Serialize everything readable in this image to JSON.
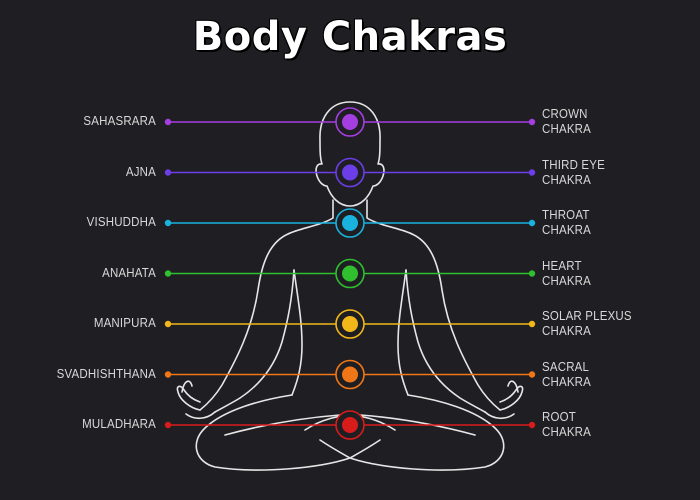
{
  "title": "Body Chakras",
  "chakras": [
    {
      "sanskrit": "SAHASRARA",
      "name_line1": "CROWN",
      "name_line2": "CHAKRA",
      "color": "#a53ee0"
    },
    {
      "sanskrit": "AJNA",
      "name_line1": "THIRD EYE",
      "name_line2": "CHAKRA",
      "color": "#6b3ee8"
    },
    {
      "sanskrit": "VISHUDDHA",
      "name_line1": "THROAT",
      "name_line2": "CHAKRA",
      "color": "#19b3dd"
    },
    {
      "sanskrit": "ANAHATA",
      "name_line1": "HEART",
      "name_line2": "CHAKRA",
      "color": "#2fbf2f"
    },
    {
      "sanskrit": "MANIPURA",
      "name_line1": "SOLAR PLEXUS",
      "name_line2": "CHAKRA",
      "color": "#f2b81a"
    },
    {
      "sanskrit": "SVADHISHTHANA",
      "name_line1": "SACRAL",
      "name_line2": "CHAKRA",
      "color": "#f07718"
    },
    {
      "sanskrit": "MULADHARA",
      "name_line1": "ROOT",
      "name_line2": "CHAKRA",
      "color": "#d81c1c"
    }
  ]
}
